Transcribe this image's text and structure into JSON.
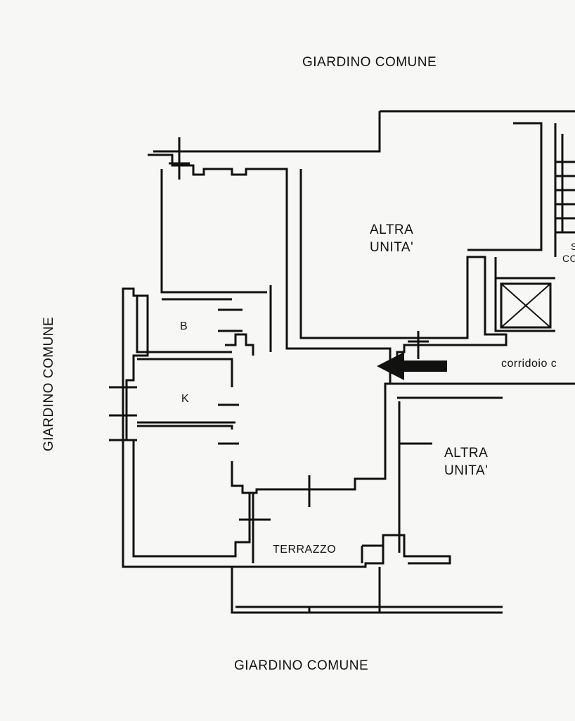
{
  "labels": {
    "garden_top": "GIARDINO COMUNE",
    "garden_left": "GIARDINO COMUNE",
    "garden_bottom": "GIARDINO COMUNE",
    "other_unit_top": [
      "ALTRA",
      "UNITA'"
    ],
    "other_unit_bottom": [
      "ALTRA",
      "UNITA'"
    ],
    "bathroom": "B",
    "kitchen": "K",
    "terrace": "TERRAZZO",
    "corridor": "corridoio c",
    "stair_partial": [
      "S",
      "CO"
    ]
  }
}
